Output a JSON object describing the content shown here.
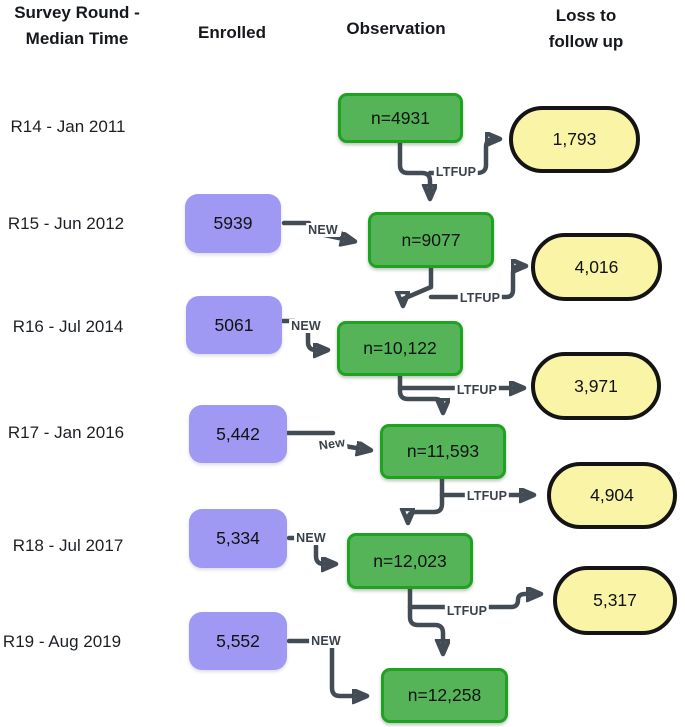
{
  "columns": {
    "round": {
      "line1": "Survey Round -",
      "line2": "Median Time"
    },
    "enrolled": "Enrolled",
    "observation": "Observation",
    "loss": {
      "line1": "Loss to",
      "line2": "follow up"
    }
  },
  "round_labels": [
    "R14 - Jan 2011",
    "R15 - Jun 2012",
    "R16 - Jul 2014",
    "R17 - Jan 2016",
    "R18 - Jul 2017",
    "R19 - Aug 2019"
  ],
  "enrolled_values": [
    "5939",
    "5061",
    "5,442",
    "5,334",
    "5,552"
  ],
  "observation_values": [
    "n=4931",
    "n=9077",
    "n=10,122",
    "n=11,593",
    "n=12,023",
    "n=12,258"
  ],
  "loss_values": [
    "1,793",
    "4,016",
    "3,971",
    "4,904",
    "5,317"
  ],
  "edge_labels": {
    "ltfup": [
      "LTFUP",
      "LTFUP",
      "LTFUP",
      "LTFUP",
      "LTFUP"
    ],
    "new": [
      "NEW",
      "NEW",
      "New",
      "NEW",
      "NEW"
    ]
  },
  "colors": {
    "observation_fill": "#55b457",
    "observation_border": "#1ea321",
    "enrolled_fill": "#9f99f3",
    "loss_fill": "#f9f4a6",
    "loss_border": "#141414",
    "arrow": "#434c55"
  }
}
